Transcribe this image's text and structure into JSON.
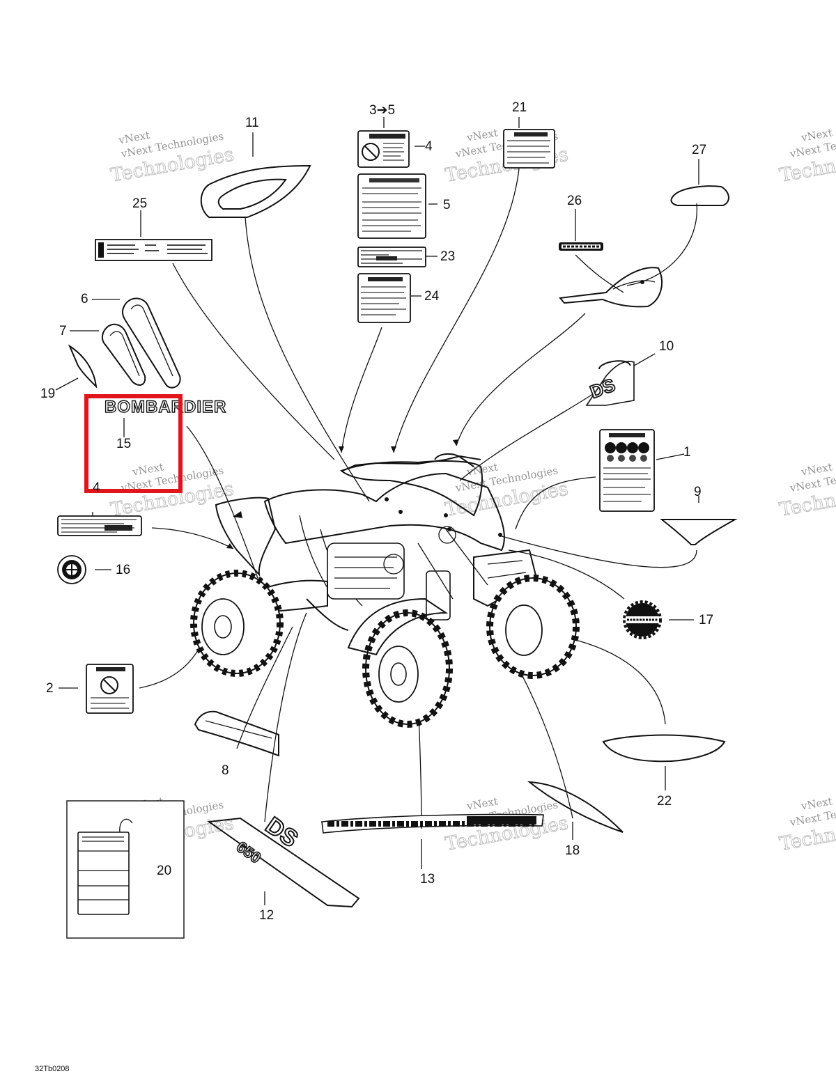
{
  "diagram": {
    "callouts": {
      "c1": "1",
      "c2": "2",
      "c3to5": "3➔5",
      "c4": "4",
      "c4b": "4",
      "c5": "5",
      "c6": "6",
      "c7": "7",
      "c8": "8",
      "c9": "9",
      "c10": "10",
      "c11": "11",
      "c12": "12",
      "c13": "13",
      "c15": "15",
      "c16": "16",
      "c17": "17",
      "c18": "18",
      "c19": "19",
      "c20": "20",
      "c21": "21",
      "c22": "22",
      "c23": "23",
      "c24": "24",
      "c25": "25",
      "c26": "26",
      "c27": "27"
    },
    "decal_15_text": "BOMBARDIER",
    "drawing_code": "32Tb0208",
    "watermark": {
      "line1": "vNext Technologies",
      "line2": "Technologies",
      "logo": "vNext"
    },
    "highlight_color": "#e0161b"
  }
}
